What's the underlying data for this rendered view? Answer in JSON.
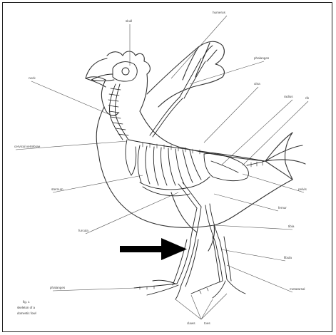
{
  "labels": [
    {
      "id": "skull",
      "text": "skull"
    },
    {
      "id": "humerus",
      "text": "humerus"
    },
    {
      "id": "phalanges-wing",
      "text": "phalanges"
    },
    {
      "id": "neck",
      "text": "neck"
    },
    {
      "id": "ulna",
      "text": "ulna"
    },
    {
      "id": "radius",
      "text": "radius"
    },
    {
      "id": "rib",
      "text": "rib"
    },
    {
      "id": "cervical",
      "text": "cervical vertebrae"
    },
    {
      "id": "pelvis",
      "text": "pelvis"
    },
    {
      "id": "sternum",
      "text": "sternum"
    },
    {
      "id": "femur",
      "text": "femur"
    },
    {
      "id": "furcula",
      "text": "furcula"
    },
    {
      "id": "tibia",
      "text": "tibia"
    },
    {
      "id": "fibula",
      "text": "fibula"
    },
    {
      "id": "metatarsal",
      "text": "metatarsal"
    },
    {
      "id": "phalanges",
      "text": "phalanges"
    },
    {
      "id": "claws",
      "text": "claws"
    },
    {
      "id": "toes",
      "text": "toes"
    }
  ],
  "caption": [
    "fig. 1",
    "skeleton of a",
    "domestic fowl"
  ],
  "colors": {
    "line": "#222222",
    "arrow": "#000000",
    "label": "#444444"
  }
}
